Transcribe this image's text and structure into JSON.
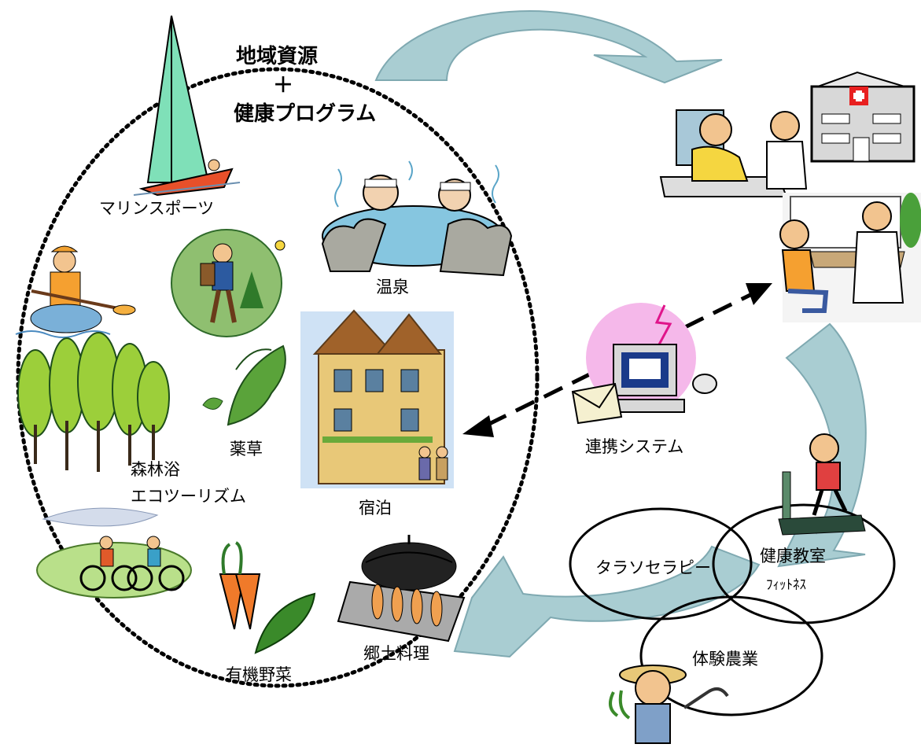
{
  "diagram": {
    "center": {
      "line1": "地域資源",
      "plus": "＋",
      "line2": "健康プログラム"
    },
    "resources": {
      "marine_sports": "マリンスポーツ",
      "onsen": "温泉",
      "herbs": "薬草",
      "forest_bath": "森林浴",
      "ecotourism": "エコツーリズム",
      "lodging": "宿泊",
      "organic_vegetables": "有機野菜",
      "local_cuisine": "郷土料理"
    },
    "system": {
      "label": "連携システム"
    },
    "programs": {
      "thalasso": "タラソセラピー",
      "health_class": "健康教室",
      "fitness": "ﾌｨｯﾄﾈｽ",
      "farm_experience": "体験農業"
    },
    "colors": {
      "flow_arrow": "#a9cdd2",
      "flow_arrow_edge": "#7fa9b1",
      "dotted_ellipse": "#000000",
      "dashed_arrow": "#000000"
    },
    "icons": [
      "sailboat-icon",
      "onsen-icon",
      "hiker-icon",
      "kayak-icon",
      "forest-icon",
      "herb-icon",
      "hotel-icon",
      "cyclists-icon",
      "vegetables-icon",
      "hotpot-icon",
      "computer-icon",
      "hospital-icon",
      "nurse-icon",
      "doctor-icon",
      "runner-icon",
      "farmer-icon"
    ]
  }
}
